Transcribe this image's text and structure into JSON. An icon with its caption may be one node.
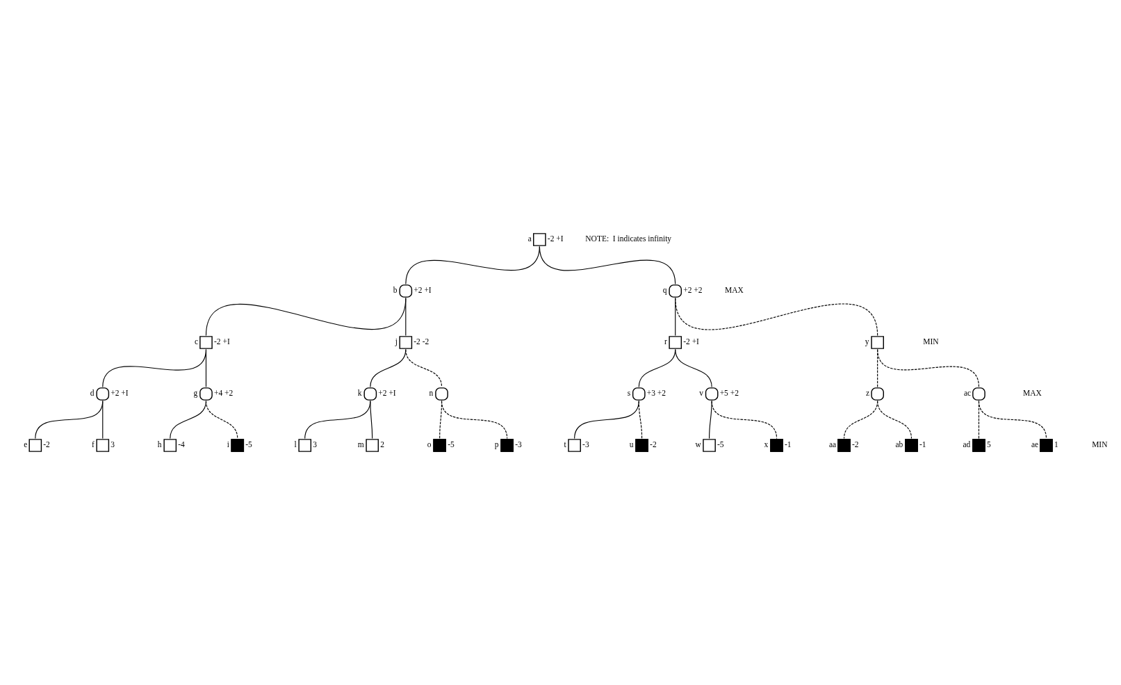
{
  "diagram": {
    "nodes": [
      {
        "text": [],
        "shape": "box",
        "beside": [
          "a",
          "-2 +I"
        ]
      },
      {
        "text": [],
        "shape": "circle",
        "beside": [
          "b",
          "+2 +I"
        ]
      },
      {
        "text": [],
        "shape": "circle",
        "beside": [
          "q",
          "+2 +2"
        ]
      },
      {
        "text": [],
        "shape": "box",
        "beside": [
          "c",
          "-2 +I"
        ]
      },
      {
        "text": [],
        "shape": "box",
        "beside": [
          "j",
          "-2 -2"
        ]
      },
      {
        "text": [],
        "shape": "box",
        "beside": [
          "r",
          "-2 +I"
        ]
      },
      {
        "text": [],
        "shape": "box",
        "beside": [
          "y"
        ]
      },
      {
        "text": [],
        "shape": "circle",
        "beside": [
          "d",
          "+2 +I"
        ]
      },
      {
        "text": [],
        "shape": "circle",
        "beside": [
          "g",
          "+4 +2"
        ]
      },
      {
        "text": [],
        "shape": "circle",
        "beside": [
          "k",
          "+2 +I"
        ]
      },
      {
        "text": [],
        "shape": "circle",
        "beside": [
          "n"
        ]
      },
      {
        "text": [],
        "shape": "circle",
        "beside": [
          "s",
          "+3 +2"
        ]
      },
      {
        "text": [],
        "shape": "circle",
        "beside": [
          "v",
          "+5 +2"
        ]
      },
      {
        "text": [],
        "shape": "circle",
        "beside": [
          "z"
        ]
      },
      {
        "text": [],
        "shape": "circle",
        "beside": [
          "ac"
        ]
      },
      {
        "text": [],
        "shape": "box",
        "beside": [
          "e",
          "-2"
        ]
      },
      {
        "text": [],
        "shape": "box",
        "beside": [
          "f",
          "3"
        ]
      },
      {
        "text": [],
        "shape": "box",
        "beside": [
          "h",
          "-4"
        ]
      },
      {
        "text": [],
        "shape": "box",
        "beside": [
          "i",
          "-5"
        ]
      },
      {
        "text": [],
        "shape": "box",
        "beside": [
          "l",
          "3"
        ]
      },
      {
        "text": [],
        "shape": "box",
        "beside": [
          "m",
          "2"
        ]
      },
      {
        "text": [],
        "shape": "box",
        "beside": [
          "o",
          "-5"
        ]
      },
      {
        "text": [],
        "shape": "box",
        "beside": [
          "p",
          "-3"
        ]
      },
      {
        "text": [],
        "shape": "box",
        "beside": [
          "t",
          "-3"
        ]
      },
      {
        "text": [],
        "shape": "box",
        "beside": [
          "u",
          "-2"
        ]
      },
      {
        "text": [],
        "shape": "box",
        "beside": [
          "w",
          "-5"
        ]
      },
      {
        "text": [],
        "shape": "box",
        "beside": [
          "x",
          "-1"
        ]
      },
      {
        "text": [],
        "shape": "box",
        "beside": [
          "aa",
          "-2"
        ]
      },
      {
        "text": [],
        "shape": "box",
        "beside": [
          "ab",
          "-1"
        ]
      },
      {
        "text": [],
        "shape": "box",
        "beside": [
          "ad",
          "5"
        ]
      },
      {
        "text": [],
        "shape": "box",
        "beside": [
          "ae",
          "1"
        ]
      }
    ],
    "edges": [
      {
        "from": 0,
        "to": 1,
        "arrow": "none"
      },
      {
        "from": 0,
        "to": 2,
        "arrow": "none"
      },
      {
        "from": 1,
        "to": 3,
        "arrow": "none"
      },
      {
        "from": 1,
        "to": 4,
        "arrow": "none"
      },
      {
        "from": 2,
        "to": 5,
        "arrow": "none"
      },
      {
        "from": 2,
        "to": 6,
        "arrow": "none",
        "style": "dashed"
      },
      {
        "from": 3,
        "to": 7,
        "arrow": "none"
      },
      {
        "from": 3,
        "to": 8,
        "arrow": "none"
      },
      {
        "from": 4,
        "to": 9,
        "arrow": "none"
      },
      {
        "from": 4,
        "to": 10,
        "arrow": "none",
        "style": "dashed"
      },
      {
        "from": 5,
        "to": 11,
        "arrow": "none"
      },
      {
        "from": 5,
        "to": 12,
        "arrow": "none"
      },
      {
        "from": 6,
        "to": 13,
        "arrow": "none",
        "style": "dashed"
      },
      {
        "from": 6,
        "to": 14,
        "arrow": "none",
        "style": "dashed"
      },
      {
        "from": 7,
        "to": 15,
        "arrow": "none"
      },
      {
        "from": 7,
        "to": 16,
        "arrow": "none"
      },
      {
        "from": 8,
        "to": 17,
        "arrow": "none"
      },
      {
        "from": 8,
        "to": 18,
        "arrow": "none",
        "style": "dashed"
      },
      {
        "from": 9,
        "to": 19,
        "arrow": "none"
      },
      {
        "from": 9,
        "to": 20,
        "arrow": "none"
      },
      {
        "from": 10,
        "to": 21,
        "arrow": "none",
        "style": "dashed"
      },
      {
        "from": 10,
        "to": 22,
        "arrow": "none",
        "style": "dashed"
      },
      {
        "from": 11,
        "to": 23,
        "arrow": "none"
      },
      {
        "from": 11,
        "to": 24,
        "arrow": "none",
        "style": "dashed"
      },
      {
        "from": 12,
        "to": 25,
        "arrow": "none"
      },
      {
        "from": 12,
        "to": 26,
        "arrow": "none",
        "style": "dashed"
      },
      {
        "from": 13,
        "to": 27,
        "arrow": "none",
        "style": "dashed"
      },
      {
        "from": 13,
        "to": 28,
        "arrow": "none",
        "style": "dashed"
      },
      {
        "from": 14,
        "to": 29,
        "arrow": "none",
        "style": "dashed"
      },
      {
        "from": 14,
        "to": 30,
        "arrow": "none",
        "style": "dashed"
      }
    ],
    "labels": [
      "NOTE:  I indicates infinity",
      "MAX",
      "MIN",
      "MAX",
      "MIN"
    ]
  }
}
